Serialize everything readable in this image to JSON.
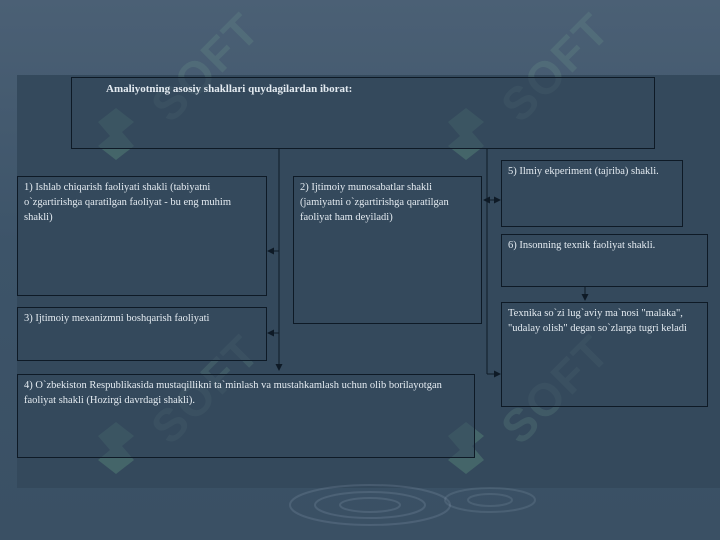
{
  "diagram": {
    "title": "Amaliyotning asosiy shakllari quydagilardan iborat:",
    "box1": "1) Ishlab chiqarish faoliyati shakli (tabiyatni o`zgartirishga qaratilgan faoliyat - bu eng muhim shakli)",
    "box2": "2) Ijtimoiy munosabatlar shakli (jamiyatni o`zgartirishga qaratilgan faoliyat ham deyiladi)",
    "box3": "3) Ijtimoiy mexanizmni boshqarish faoliyati",
    "box4": "4) O`zbekiston Respublikasida mustaqillikni ta`minlash va mustahkamlash uchun olib borilayotgan faoliyat shakli (Hozirgi davrdagi shakli).",
    "box5": "5) Ilmiy ekperiment (tajriba) shakli.",
    "box6": "6) Insonning texnik faoliyat shakli.",
    "box7": "Texnika so`zi lug`aviy ma`nosi \"malaka\", \"udalay olish\" degan so`zlarga tugri keladi"
  },
  "watermark": {
    "text": "SOFT",
    "color": "#78aa96"
  }
}
